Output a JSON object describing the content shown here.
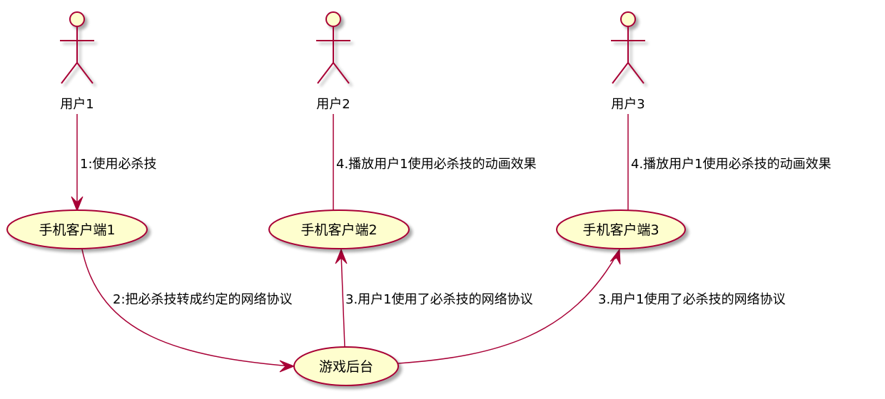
{
  "colors": {
    "stroke": "#A80036",
    "fill": "#FEFECE",
    "shadow": "#C8C8C8"
  },
  "actors": [
    {
      "id": "user1",
      "label": "用户1"
    },
    {
      "id": "user2",
      "label": "用户2"
    },
    {
      "id": "user3",
      "label": "用户3"
    }
  ],
  "usecases": [
    {
      "id": "client1",
      "label": "手机客户端1"
    },
    {
      "id": "client2",
      "label": "手机客户端2"
    },
    {
      "id": "client3",
      "label": "手机客户端3"
    },
    {
      "id": "backend",
      "label": "游戏后台"
    }
  ],
  "edges": [
    {
      "from": "user1",
      "to": "client1",
      "label": "1:使用必杀技",
      "arrow": true
    },
    {
      "from": "client1",
      "to": "backend",
      "label": "2:把必杀技转成约定的网络协议",
      "arrow": true
    },
    {
      "from": "backend",
      "to": "client2",
      "label": "3.用户1使用了必杀技的网络协议",
      "arrow": true
    },
    {
      "from": "backend",
      "to": "client3",
      "label": "3.用户1使用了必杀技的网络协议",
      "arrow": true
    },
    {
      "from": "user2",
      "to": "client2",
      "label": "4.播放用户1使用必杀技的动画效果",
      "arrow": false
    },
    {
      "from": "user3",
      "to": "client3",
      "label": "4.播放用户1使用必杀技的动画效果",
      "arrow": false
    }
  ]
}
